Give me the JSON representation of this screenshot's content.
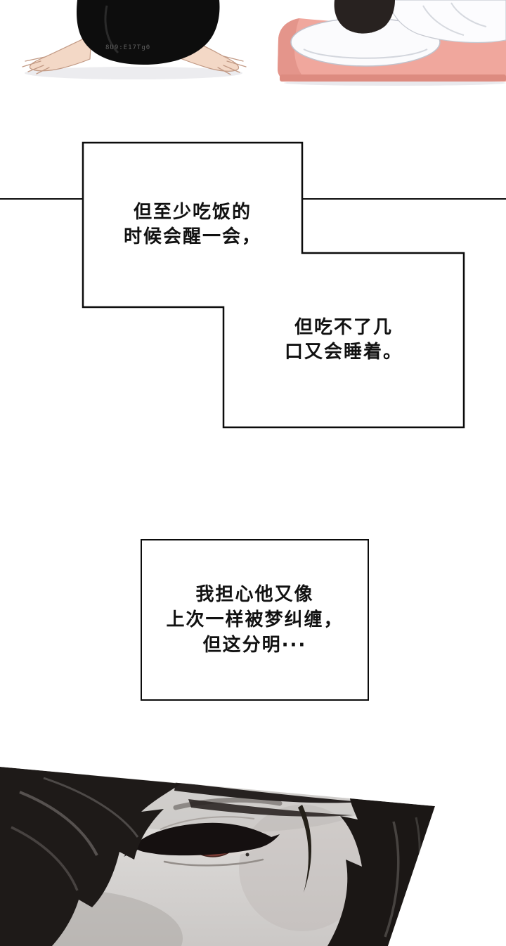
{
  "page": {
    "kind": "webtoon-comic-page",
    "background": "#ffffff"
  },
  "top_panel": {
    "watermark": "8U9:E17Tg0",
    "left_artwork": "figure in black clothes crouching with hands on floor",
    "right_artwork": "person with dark hair sleeping on white pillow, pink bed, white blanket"
  },
  "bubbles": {
    "b1": {
      "lines": [
        "但至少吃饭的",
        "时候会醒一会，"
      ]
    },
    "b2": {
      "lines": [
        "但吃不了几",
        "口又会睡着。"
      ]
    },
    "b3": {
      "lines": [
        "我担心他又像",
        "上次一样被梦纠缠，",
        "但这分明···"
      ]
    }
  },
  "bottom_panel": {
    "artwork": "diagonal close-up of face with dark hair and red-brown eye"
  },
  "colors": {
    "ink": "#0b0b0b",
    "paper": "#ffffff",
    "bed_pink": "#f0a79d",
    "skin": "#f3d8c6",
    "hair_dark": "#1d1916",
    "eye_iris": "#7a3c35",
    "face_gray": "#d6d3d1"
  }
}
